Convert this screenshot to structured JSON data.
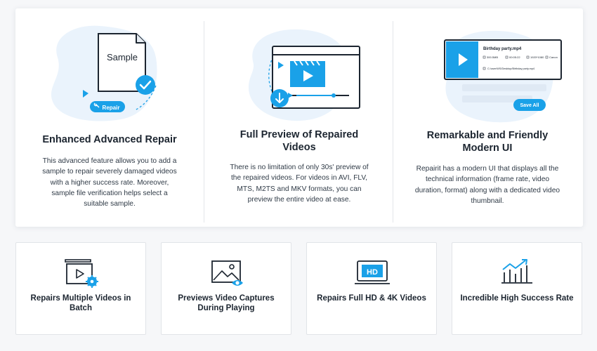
{
  "top_features": [
    {
      "title": "Enhanced Advanced Repair",
      "description": "This advanced feature allows you to add a sample to repair severely damaged videos with a higher success rate. Moreover, sample file verification helps select a suitable sample.",
      "illustration": {
        "doc_label": "Sample",
        "button_label": "Repair",
        "icons": [
          "document-icon",
          "checkmark-icon",
          "wrench-icon",
          "play-triangle-icon"
        ]
      }
    },
    {
      "title": "Full Preview of Repaired Videos",
      "description": "There is no limitation of only 30s' preview of the repaired videos. For videos in AVI, FLV, MTS, M2TS and MKV formats, you can preview the entire video at ease.",
      "illustration": {
        "icons": [
          "video-window-icon",
          "clapperboard-icon",
          "download-icon",
          "play-triangle-icon"
        ]
      }
    },
    {
      "title": "Remarkable and Friendly Modern UI",
      "description": "Repairit has a modern UI that displays all the technical information (frame rate, video duration, format) along with a dedicated video thumbnail.",
      "illustration": {
        "file_name": "Birthday party.mp4",
        "meta": [
          "300.5MB",
          "00:05:22",
          "1920*1080",
          "Canon"
        ],
        "file_path": "C:/user/WS/Desktop/Birthday party.mp4",
        "button_label": "Save All"
      }
    }
  ],
  "bottom_features": [
    {
      "label": "Repairs Multiple Videos in Batch",
      "icon": "batch-video-icon"
    },
    {
      "label": "Previews Video Captures During Playing",
      "icon": "image-preview-icon"
    },
    {
      "label": "Repairs Full HD & 4K Videos",
      "icon": "hd-monitor-icon",
      "icon_text": "HD"
    },
    {
      "label": "Incredible High Success Rate",
      "icon": "success-chart-icon"
    }
  ],
  "colors": {
    "accent": "#1aa1e8",
    "dark": "#1c2530",
    "blob": "#eaf3fc"
  }
}
